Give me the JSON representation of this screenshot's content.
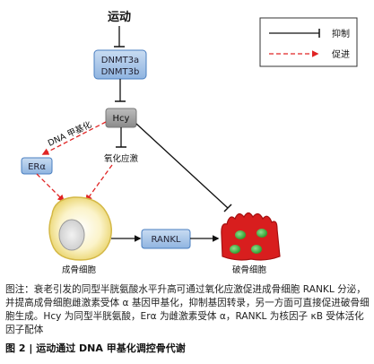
{
  "nodes": {
    "exercise": "运动",
    "dnmt3a": "DNMT3a",
    "dnmt3b": "DNMT3b",
    "hcy": "Hcy",
    "oxidative_stress": "氧化应激",
    "dna_methylation": "DNA 甲基化",
    "er_alpha": "ERα",
    "rankl": "RANKL",
    "osteoblast": "成骨细胞",
    "osteoclast": "破骨细胞"
  },
  "legend": {
    "inhibit": "抑制",
    "promote": "促进"
  },
  "caption": "图注：衰老引发的同型半胱氨酸水平升高可通过氧化应激促进成骨细胞 RANKL 分泌，并提高成骨细胞雌激素受体 α 基因甲基化，抑制基因转录，另一方面可直接促进破骨细胞生成。Hcy 为同型半胱氨酸，Erα 为雌激素受体 α，RANKL 为核因子 κB 受体活化因子配体",
  "figure": {
    "number": "图 2",
    "separator": "|",
    "title": "运动通过 DNA 甲基化调控骨代谢"
  },
  "colors": {
    "box_blue": "#4a7fc0",
    "box_blue_light": "#a9c6e8",
    "box_gray": "#8c8c8c",
    "promote_red": "#e02424",
    "osteoclast_red": "#d81e1e",
    "nucleus_green": "#3cb23c"
  }
}
